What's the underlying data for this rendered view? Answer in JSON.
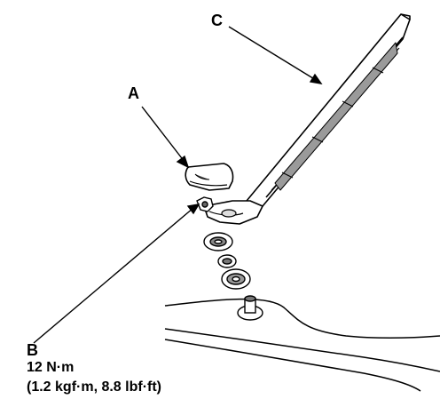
{
  "callouts": {
    "a": {
      "letter": "A"
    },
    "b": {
      "letter": "B",
      "torque_nm": "12 N·m",
      "torque_alt": "(1.2 kgf·m, 8.8 lbf·ft)"
    },
    "c": {
      "letter": "C"
    }
  },
  "parts": {
    "a": "nut-cap-icon",
    "b": "nut-icon",
    "c": "wiper-blade-icon",
    "arm": "wiper-arm-icon",
    "washer": "washer-icon",
    "seal": "rubber-seal-icon",
    "spindle": "spindle-icon",
    "body": "tailgate-panel-icon"
  }
}
